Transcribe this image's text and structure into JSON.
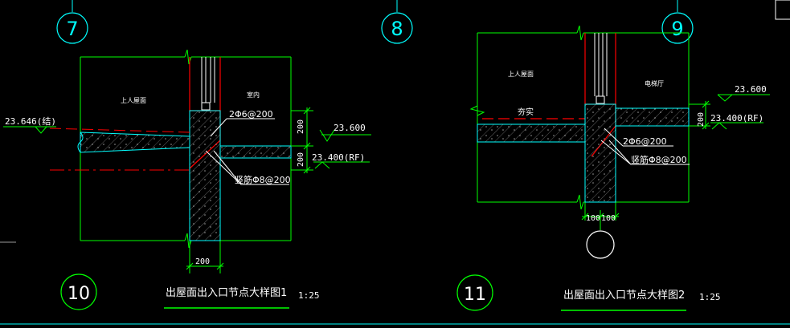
{
  "axes": {
    "a7": "7",
    "a8": "8",
    "a9": "9"
  },
  "detail1": {
    "number": "10",
    "title": "出屋面出入口节点大样图1",
    "scale": "1:25",
    "label_roof": "上人屋面",
    "label_room": "室内",
    "elev_left": "23.646(结)",
    "elev_upper": "23.600",
    "elev_rf": "23.400(RF)",
    "dim_200_a": "200",
    "dim_200_b": "200",
    "dim_bottom": "200",
    "rebar_1": "2Φ6@200",
    "rebar_2": "竖筋Φ8@200"
  },
  "detail2": {
    "number": "11",
    "title": "出屋面出入口节点大样图2",
    "scale": "1:25",
    "label_roof": "上人屋面",
    "label_room": "电梯厅",
    "label_fill": "夯实",
    "elev_upper": "23.600",
    "elev_rf": "23.400(RF)",
    "dim_200": "200",
    "dim_100_a": "100",
    "dim_100_b": "100",
    "rebar_1": "2Φ6@200",
    "rebar_2": "竖筋Φ8@200"
  },
  "colors": {
    "background": "#000000",
    "frame": "#00ff00",
    "concrete": "#00ffff",
    "wall": "#ff0000",
    "text": "#ffffff",
    "hatch": "#ffffff",
    "dimension": "#00ff00",
    "axis_bubble": "#00ffff"
  }
}
